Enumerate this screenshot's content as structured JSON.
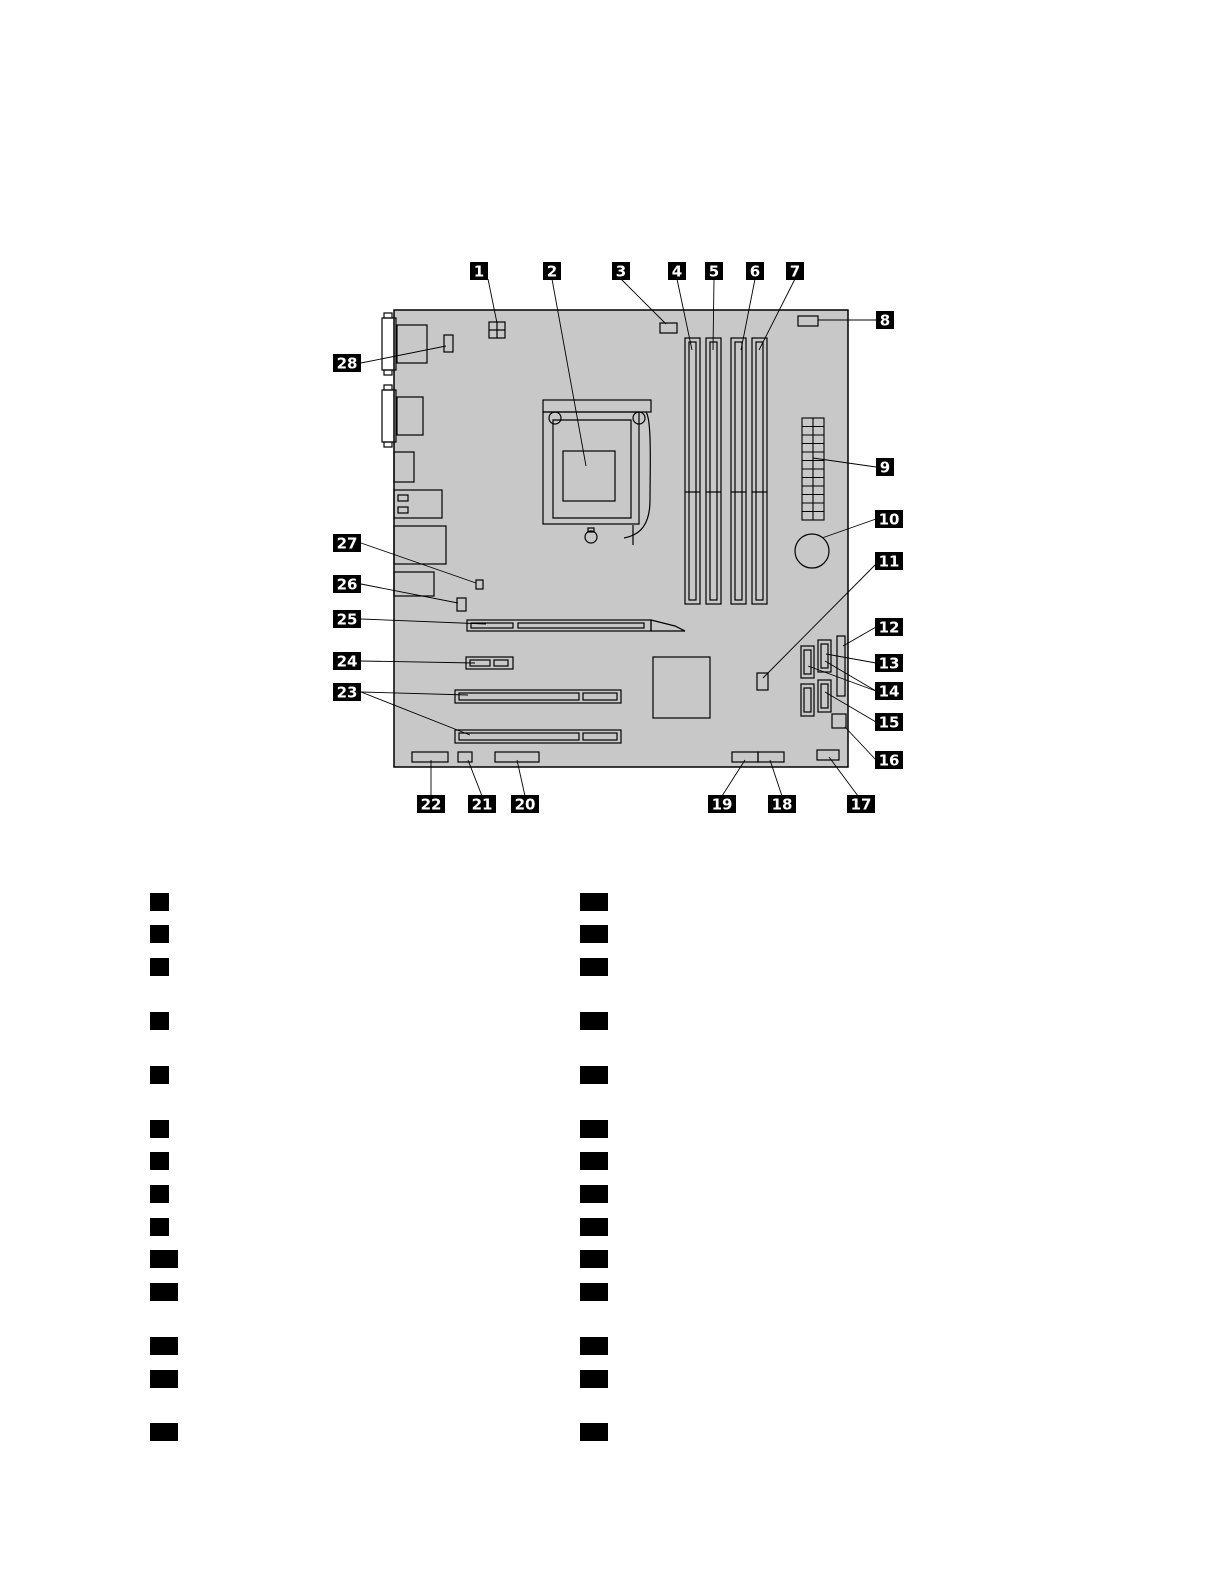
{
  "diagram": {
    "callouts": [
      "1",
      "2",
      "3",
      "4",
      "5",
      "6",
      "7",
      "8",
      "9",
      "10",
      "11",
      "12",
      "13",
      "14",
      "15",
      "16",
      "17",
      "18",
      "19",
      "20",
      "21",
      "22",
      "23",
      "24",
      "25",
      "26",
      "27",
      "28"
    ]
  },
  "colors": {
    "board": "#c8c8c8",
    "outline": "#000000",
    "label_bg": "#000000",
    "label_text": "#ffffff"
  },
  "legend": {
    "left_items": 14,
    "right_items": 14,
    "entries_text_visible": false
  }
}
